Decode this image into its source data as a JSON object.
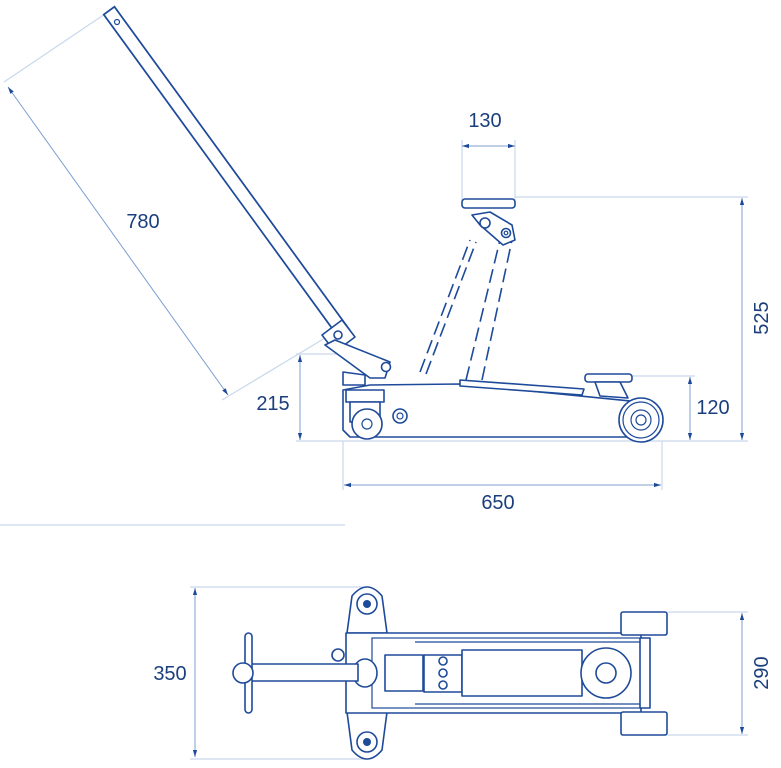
{
  "colors": {
    "line": "#1e4a9a",
    "dimension": "#c9d8ee",
    "label": "#1b3f7c"
  },
  "side_view": {
    "handle_length": "780",
    "saddle_width": "130",
    "max_height": "525",
    "min_height": "120",
    "handle_pivot_height": "215",
    "overall_length": "650"
  },
  "top_view": {
    "rear_width": "350",
    "front_width": "290"
  }
}
